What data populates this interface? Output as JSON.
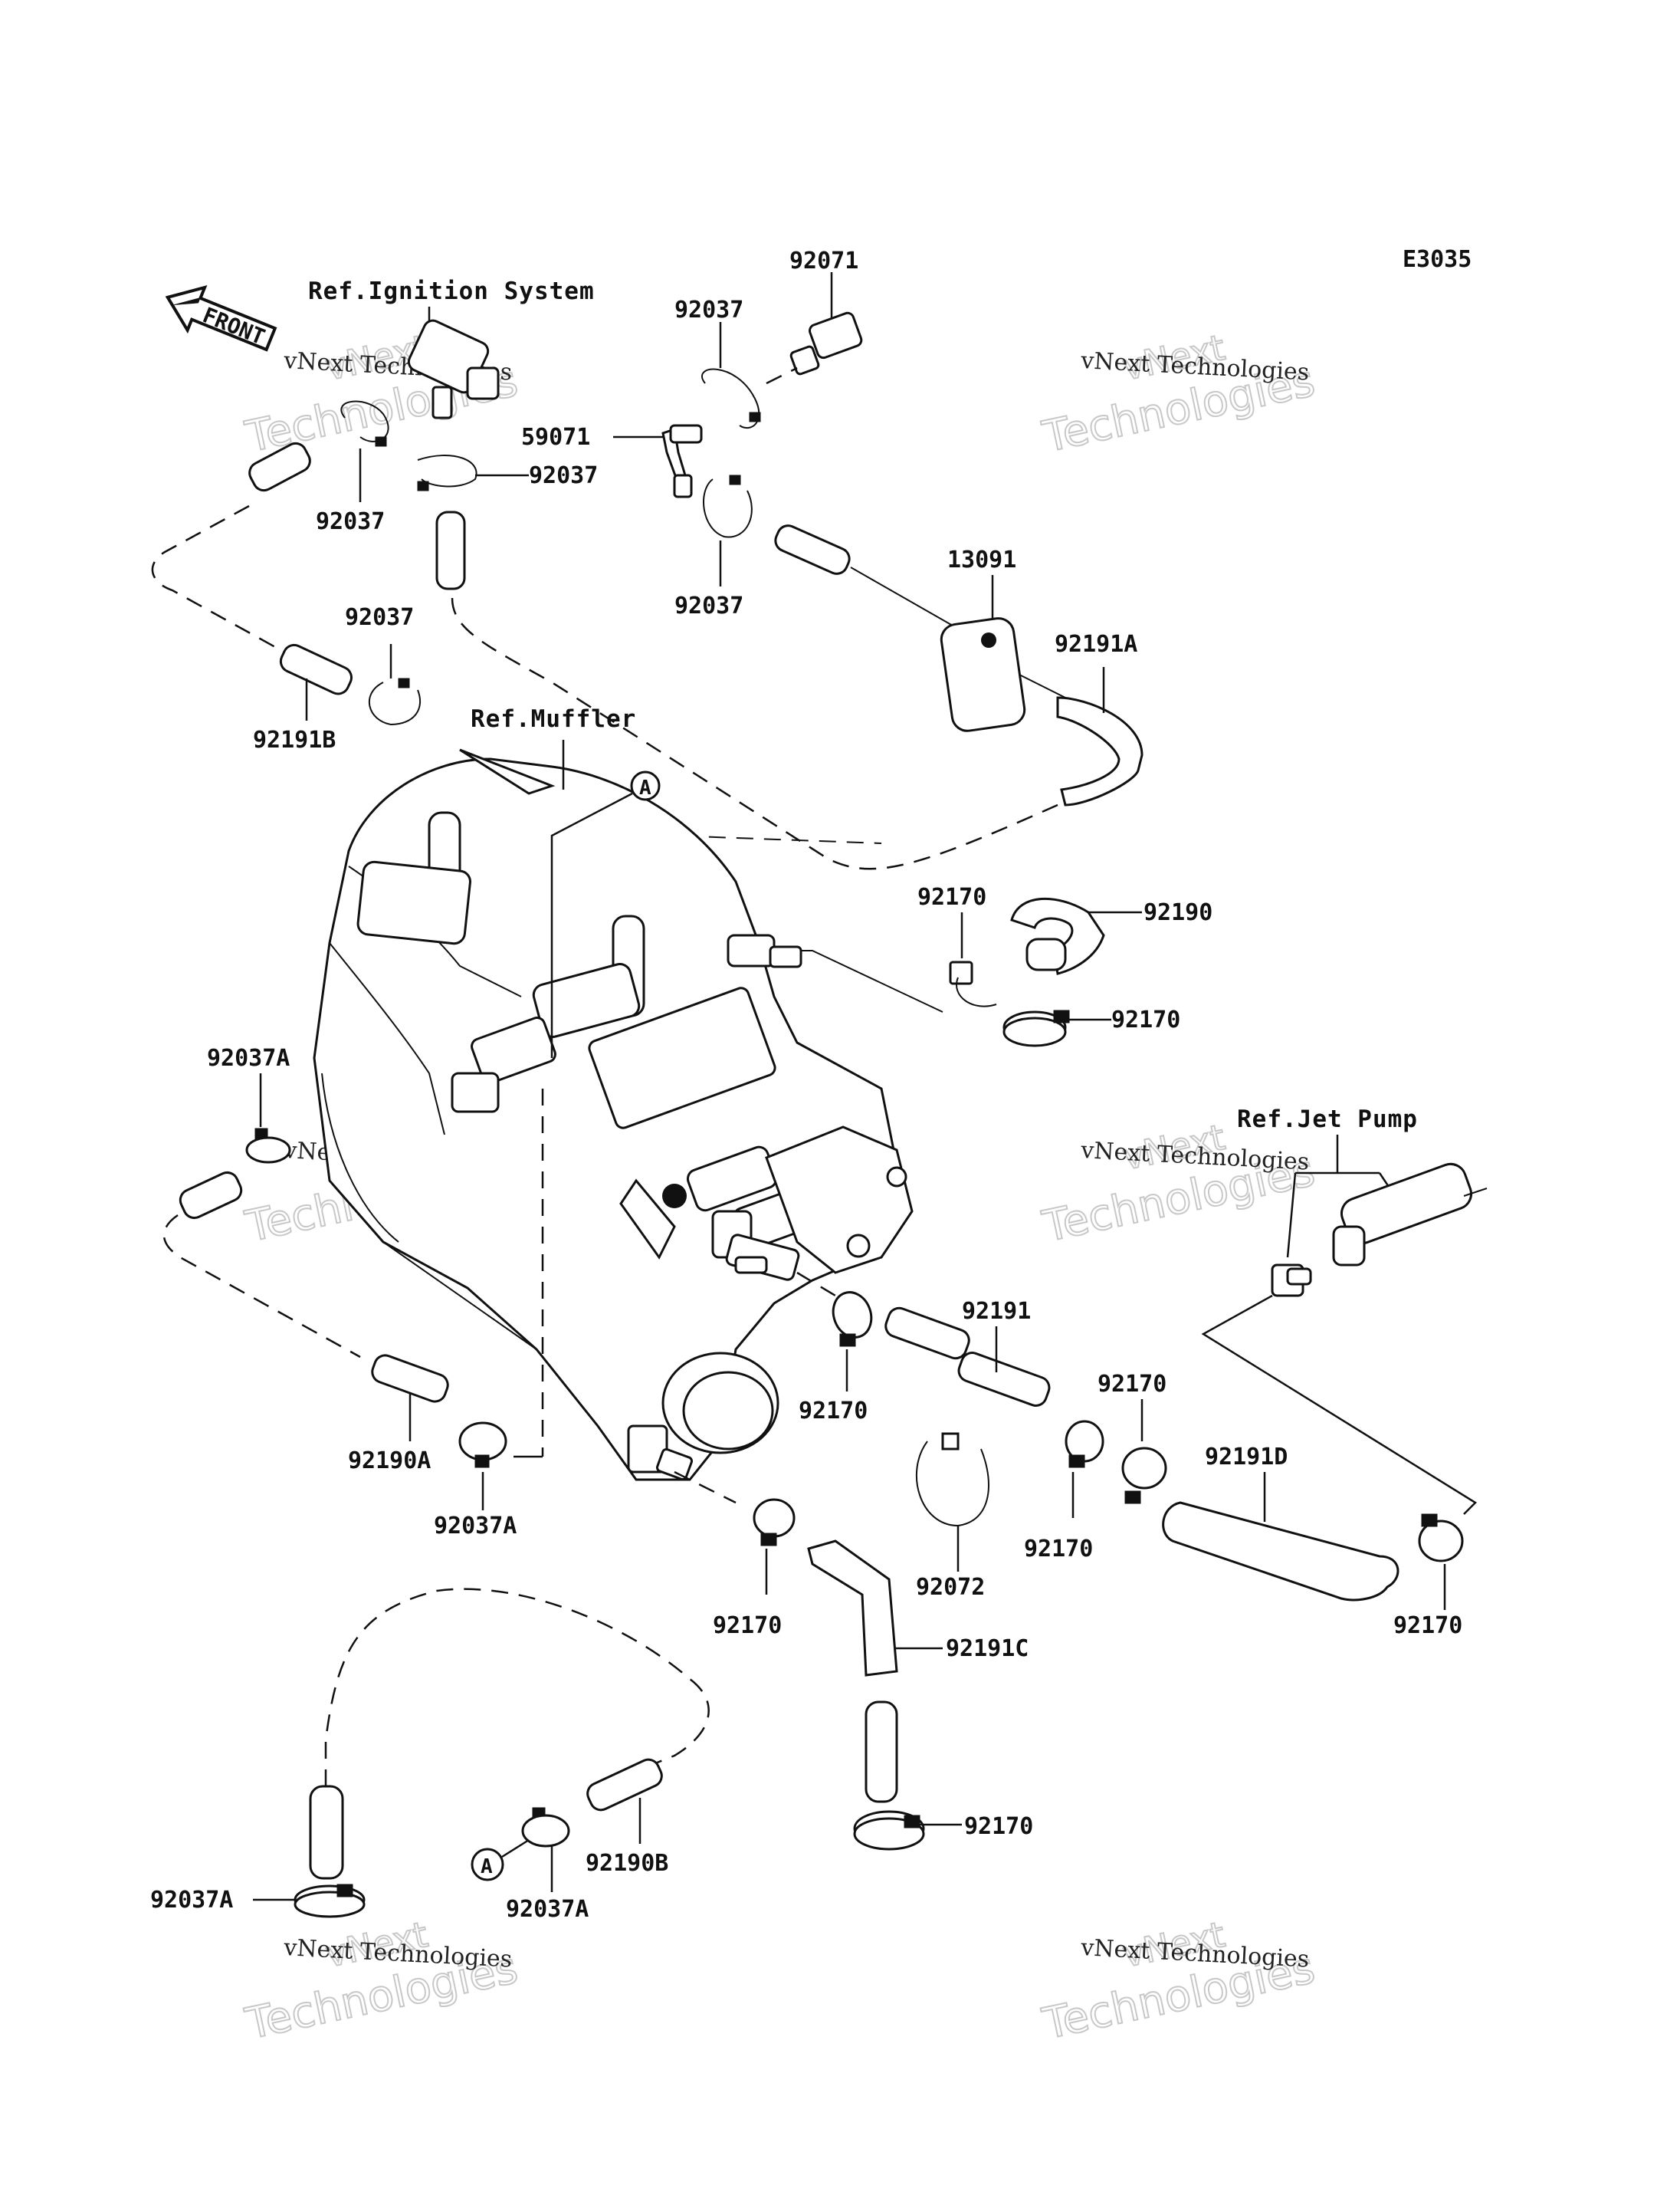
{
  "diagram_code": "E3035",
  "references": {
    "ignition": "Ref.Ignition System",
    "muffler": "Ref.Muffler",
    "jet_pump": "Ref.Jet Pump"
  },
  "front_marker": "FRONT",
  "callout_a": "A",
  "watermark": {
    "line1": "vNext Technologies",
    "line2": "Technologies",
    "line0": "vNext"
  },
  "parts": {
    "p92071": "92071",
    "p92037_top": "92037",
    "p59071": "59071",
    "p92037_right": "92037",
    "p92037_left": "92037",
    "p92037_mid": "92037",
    "p92037_lower": "92037",
    "p13091": "13091",
    "p92191A": "92191A",
    "p92191B": "92191B",
    "p92170_a": "92170",
    "p92190": "92190",
    "p92170_b": "92170",
    "p92037A_a": "92037A",
    "p92191": "92191",
    "p92170_c": "92170",
    "p92170_d": "92170",
    "p92190A": "92190A",
    "p92037A_b": "92037A",
    "p92072": "92072",
    "p92170_e": "92170",
    "p92191D": "92191D",
    "p92170_f": "92170",
    "p92170_g": "92170",
    "p92191C": "92191C",
    "p92170_h": "92170",
    "p92190B": "92190B",
    "p92037A_c": "92037A",
    "p92037A_d": "92037A"
  }
}
